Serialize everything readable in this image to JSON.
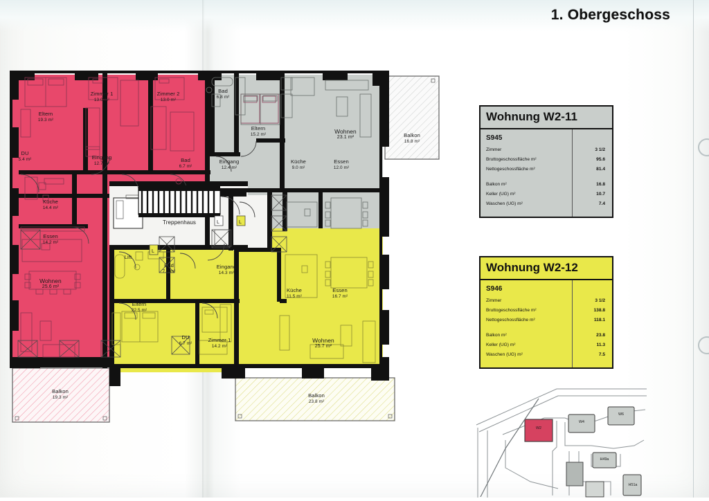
{
  "document": {
    "title": "1. Obergeschoss"
  },
  "floorplan": {
    "name": "floor-plan-1st-upper-floor",
    "stairwell_label": "Treppenhaus",
    "lift_label": "Lift",
    "apartments": [
      {
        "id": "W2-11",
        "color": "#e8486b",
        "rooms": [
          {
            "name": "Eltern",
            "area": "19.3 m²"
          },
          {
            "name": "DU",
            "area": "5.4 m²"
          },
          {
            "name": "Zimmer 1",
            "area": "13.0 m²"
          },
          {
            "name": "Zimmer 2",
            "area": "13.0 m²"
          },
          {
            "name": "Eingang",
            "area": "12.7 m²"
          },
          {
            "name": "Bad",
            "area": "6.7 m²"
          },
          {
            "name": "Küche",
            "area": "14.4 m²"
          },
          {
            "name": "Essen",
            "area": "14.2 m²"
          },
          {
            "name": "Wohnen",
            "area": "25.6 m²"
          },
          {
            "name": "Balkon",
            "area": "19.3 m²"
          }
        ]
      },
      {
        "id": "gray-upper",
        "color": "#c9cecb",
        "rooms": [
          {
            "name": "Bad",
            "area": "6.8 m²"
          },
          {
            "name": "Eltern",
            "area": "15.2 m²"
          },
          {
            "name": "Wohnen",
            "area": "23.1 m²"
          },
          {
            "name": "Eingang",
            "area": "12.4 m²"
          },
          {
            "name": "Küche",
            "area": "9.0 m²"
          },
          {
            "name": "Essen",
            "area": "12.0 m²"
          },
          {
            "name": "Balkon",
            "area": "16.8 m²"
          }
        ]
      },
      {
        "id": "W2-12",
        "color": "#e9e84a",
        "rooms": [
          {
            "name": "Bad",
            "area": "7.0 m²"
          },
          {
            "name": "Eingang",
            "area": "14.3 m²"
          },
          {
            "name": "Eltern",
            "area": "22.5 m²"
          },
          {
            "name": "DU",
            "area": "6.7 m²"
          },
          {
            "name": "Zimmer 1",
            "area": "14.2 m²"
          },
          {
            "name": "Küche",
            "area": "11.5 m²"
          },
          {
            "name": "Essen",
            "area": "16.7 m²"
          },
          {
            "name": "Wohnen",
            "area": "25.7 m²"
          },
          {
            "name": "Balkon",
            "area": "23.8 m²"
          }
        ]
      }
    ]
  },
  "legend_w2_11": {
    "title": "Wohnung W2-11",
    "code": "S945",
    "rows": [
      {
        "label": "Zimmer",
        "value": "3 1/2"
      },
      {
        "label": "Bruttogeschossfläche m²",
        "value": "95.6"
      },
      {
        "label": "Nettogeschossfläche m²",
        "value": "81.4"
      }
    ],
    "rows2": [
      {
        "label": "Balkon m²",
        "value": "16.8"
      },
      {
        "label": "Keller  (UG) m²",
        "value": "10.7"
      },
      {
        "label": "Waschen  (UG) m²",
        "value": "7.4"
      }
    ]
  },
  "legend_w2_12": {
    "title": "Wohnung W2-12",
    "code": "S946",
    "rows": [
      {
        "label": "Zimmer",
        "value": "3 1/2"
      },
      {
        "label": "Bruttogeschossfläche m²",
        "value": "138.8"
      },
      {
        "label": "Nettogeschossfläche m²",
        "value": "118.1"
      }
    ],
    "rows2": [
      {
        "label": "Balkon m²",
        "value": "23.8"
      },
      {
        "label": "Keller  (UG) m²",
        "value": "11.3"
      },
      {
        "label": "Waschen  (UG) m²",
        "value": "7.5"
      }
    ]
  },
  "sitemap": {
    "name": "site-location-map",
    "buildings": [
      {
        "label": "W2",
        "highlight": true
      },
      {
        "label": "W4",
        "highlight": false
      },
      {
        "label": "W6",
        "highlight": false
      },
      {
        "label": "H49a",
        "highlight": false
      },
      {
        "label": "H51a",
        "highlight": false
      }
    ]
  }
}
